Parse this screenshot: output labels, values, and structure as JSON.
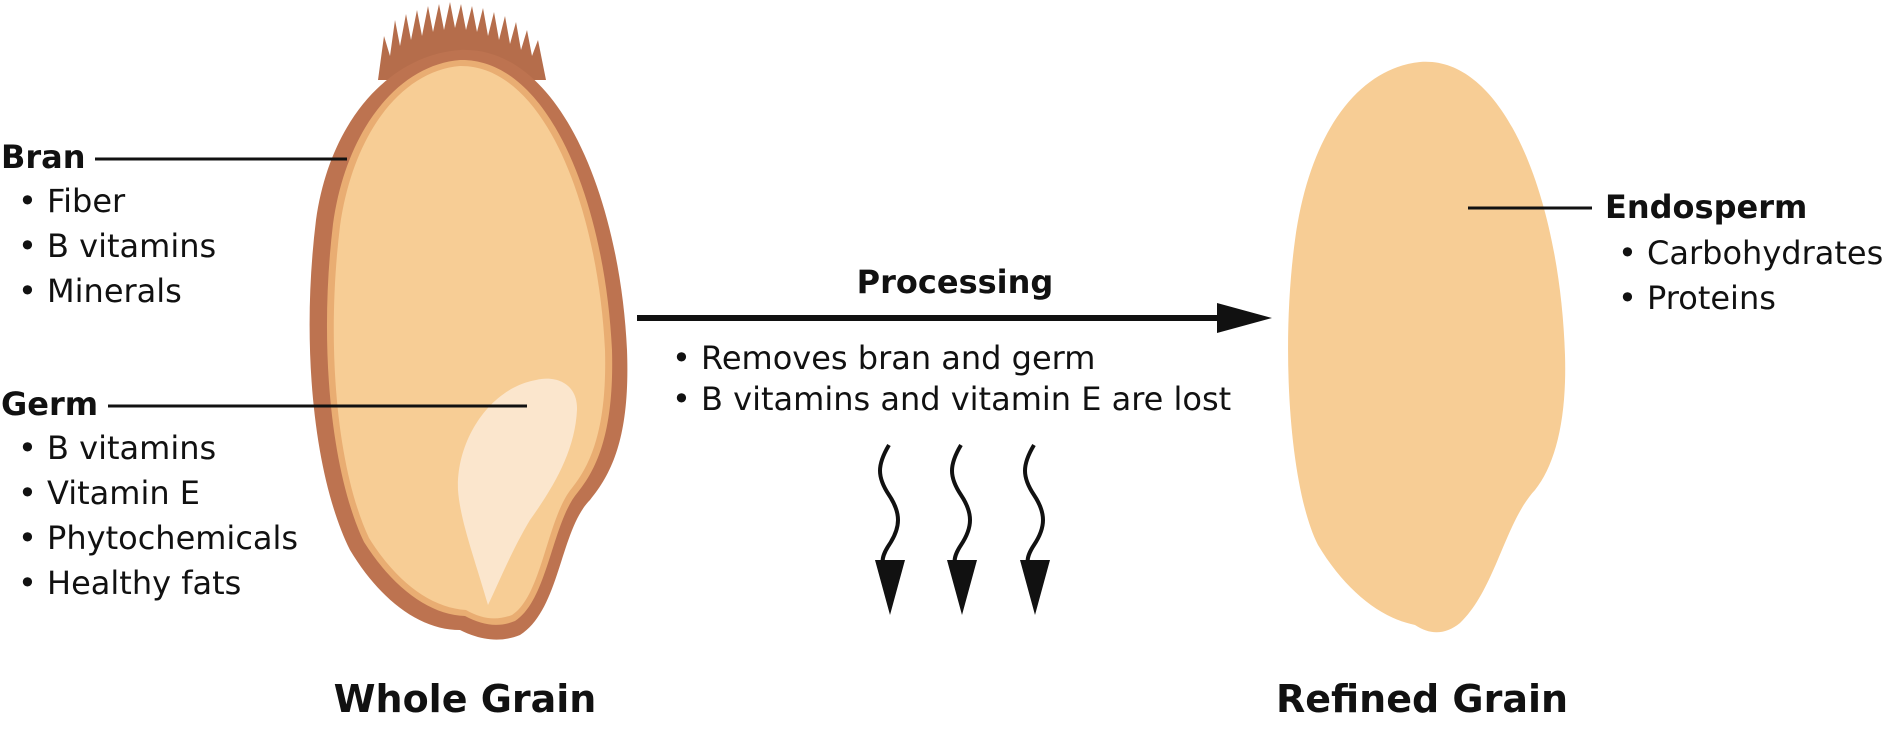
{
  "bran": {
    "label": "Bran",
    "items": [
      "• Fiber",
      "• B vitamins",
      "• Minerals"
    ]
  },
  "germ": {
    "label": "Germ",
    "items": [
      "• B vitamins",
      "• Vitamin E",
      "• Phytochemicals",
      "• Healthy fats"
    ]
  },
  "endosperm": {
    "label": "Endosperm",
    "items": [
      "• Carbohydrates",
      "• Proteins"
    ]
  },
  "processing": {
    "label": "Processing",
    "notes": [
      "• Removes bran and germ",
      "• B vitamins and vitamin E are lost"
    ]
  },
  "captions": {
    "whole": "Whole Grain",
    "refined": "Refined Grain"
  },
  "colors": {
    "bran": "#BD7350",
    "bran_fringe": "#B56D4B",
    "endosperm": "#F7CD95",
    "inner_edge": "#E9AD72",
    "germ": "#FBE6CD",
    "ink": "#111111"
  }
}
